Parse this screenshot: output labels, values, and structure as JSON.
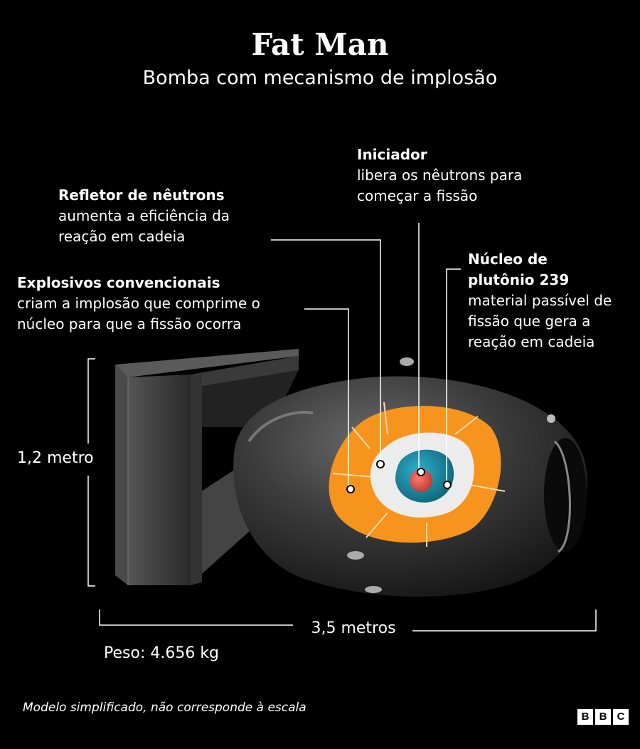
{
  "title": "Fat Man",
  "subtitle": "Bomba com mecanismo de implosão",
  "labels": {
    "initiator": {
      "head": "Iniciador",
      "desc": "libera os nêutrons para começar a fissão"
    },
    "reflector": {
      "head": "Refletor de nêutrons",
      "desc": "aumenta a eficiência da reação em cadeia"
    },
    "explosives": {
      "head": "Explosivos convencionais",
      "desc": "criam a implosão que comprime o núcleo para que a fissão ocorra"
    },
    "core": {
      "head": "Núcleo de plutônio 239",
      "desc": "material passível de fissão que gera a reação em cadeia"
    }
  },
  "dimensions": {
    "height": "1,2 metro",
    "length": "3,5 metros",
    "weight": "Peso: 4.656 kg"
  },
  "footnote": "Modelo simplificado, não corresponde à escala",
  "logo": [
    "B",
    "B",
    "C"
  ],
  "colors": {
    "background": "#000000",
    "explosives": "#f7941d",
    "reflector": "#ececec",
    "core": "#1b8aa6",
    "initiator": "#e8544e",
    "body": "#3a3a3a"
  }
}
